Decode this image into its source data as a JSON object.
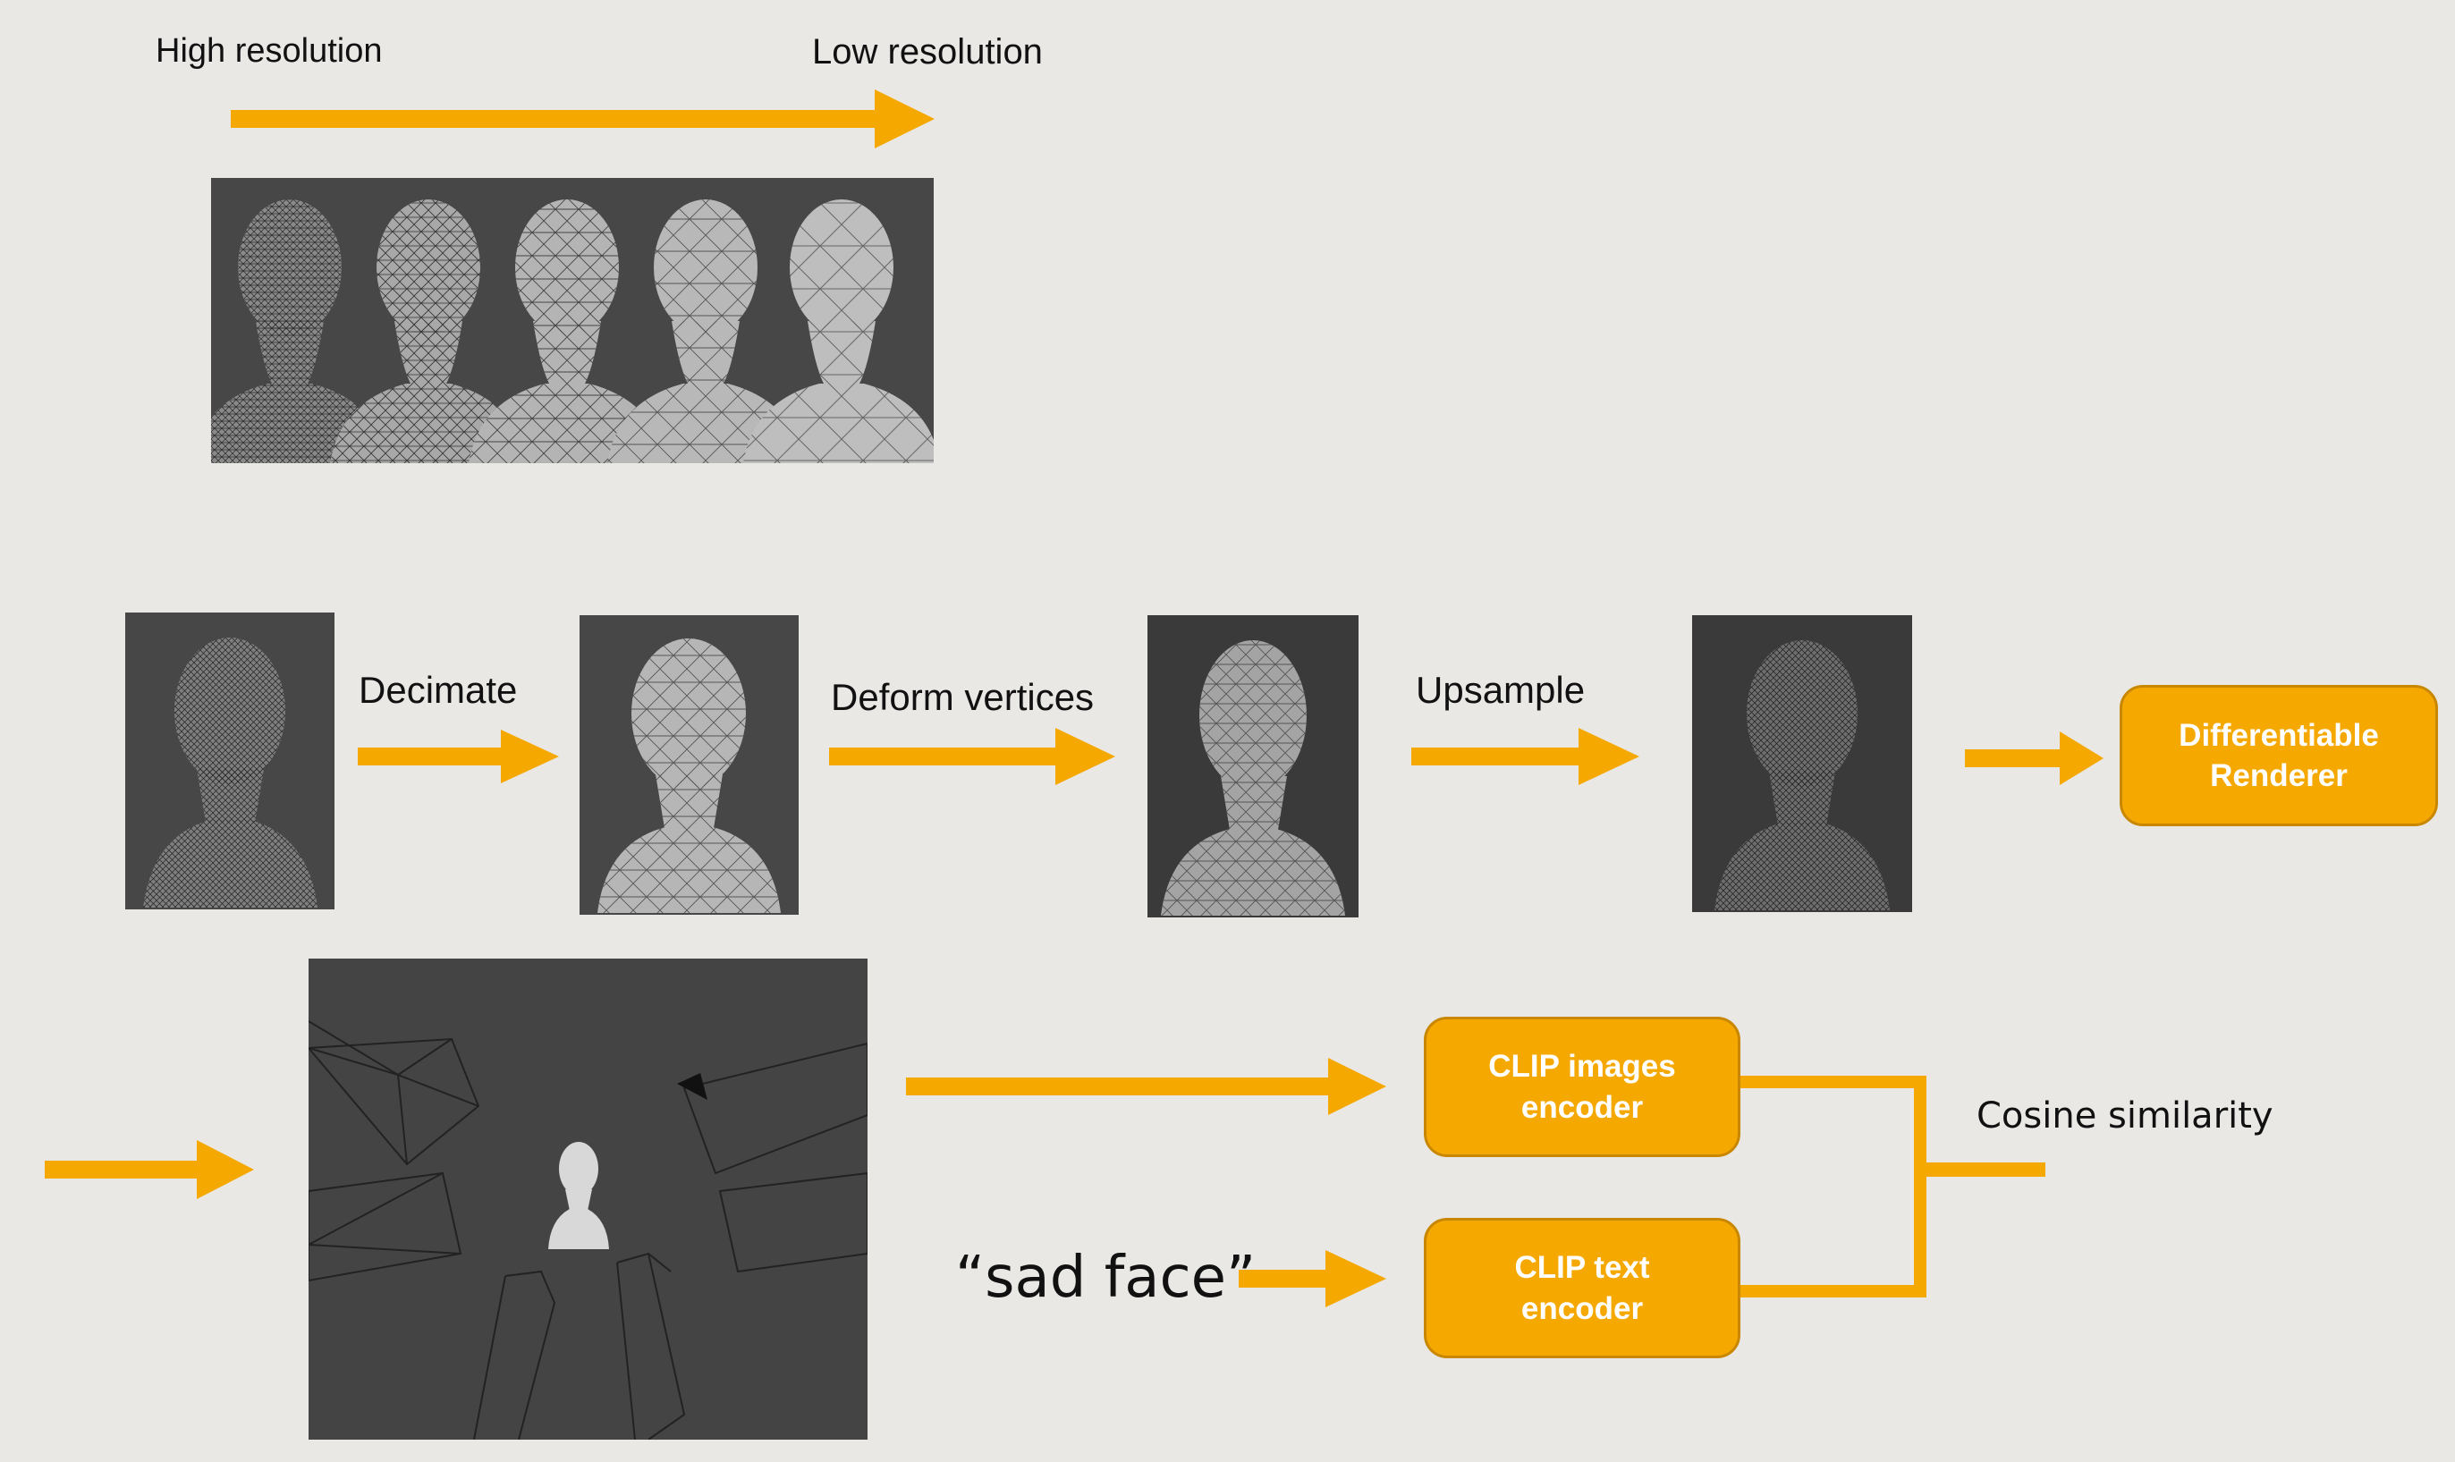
{
  "resolution_axis": {
    "left_label": "High resolution",
    "right_label": "Low resolution"
  },
  "pipeline": {
    "steps": [
      "Decimate",
      "Deform vertices",
      "Upsample"
    ],
    "renderer_label": "Differentiable\nRenderer"
  },
  "encoders": {
    "image_encoder": "CLIP images\nencoder",
    "text_encoder": "CLIP text\nencoder",
    "prompt": "“sad face”",
    "similarity": "Cosine similarity"
  },
  "colors": {
    "arrow": "#f5a800",
    "box_fill": "#f5a800",
    "box_border": "#c98700",
    "background": "#e9e8e5",
    "panel": "#474747"
  },
  "icons": [
    "head-mesh-icon",
    "camera-frustum-icon"
  ]
}
